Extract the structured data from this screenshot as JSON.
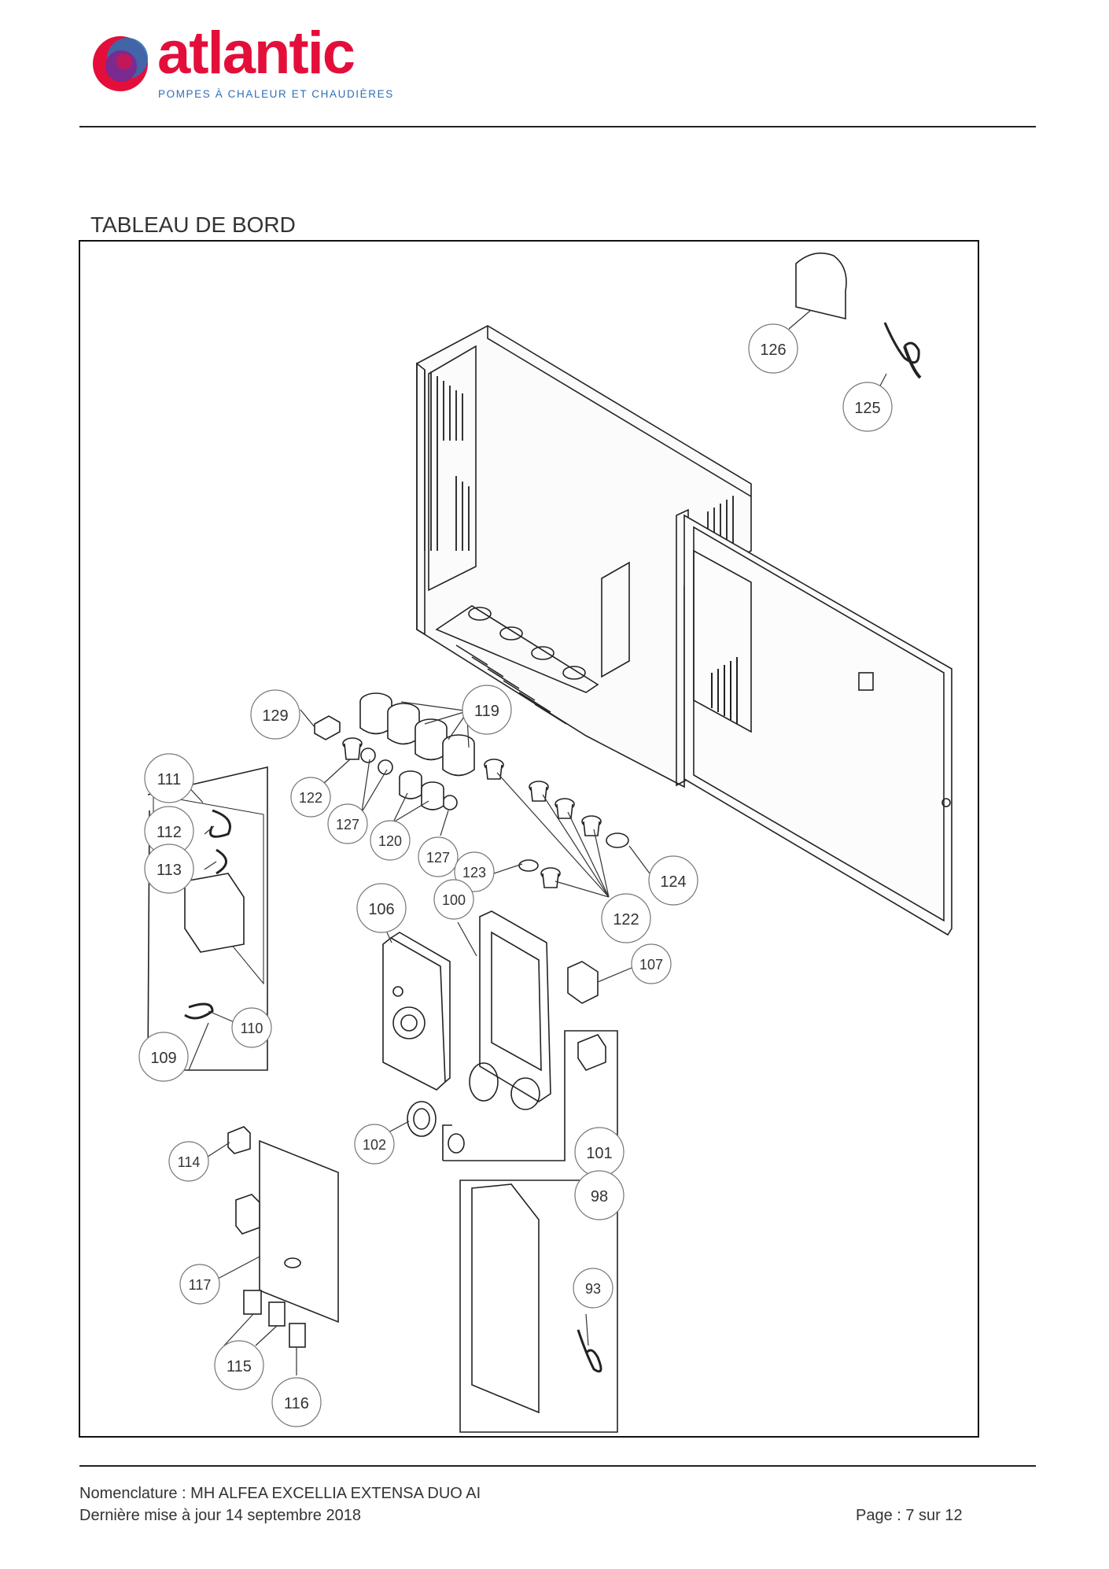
{
  "header": {
    "brand": "atlantic",
    "tagline": "POMPES À CHALEUR ET CHAUDIÈRES",
    "colors": {
      "brand_red": "#e30f3a",
      "brand_blue": "#2f6fb3",
      "brand_purple": "#7b2a8f"
    }
  },
  "section_title": "TABLEAU DE BORD",
  "callouts": [
    {
      "label": "126"
    },
    {
      "label": "125"
    },
    {
      "label": "119"
    },
    {
      "label": "129"
    },
    {
      "label": "111"
    },
    {
      "label": "122"
    },
    {
      "label": "127"
    },
    {
      "label": "112"
    },
    {
      "label": "120"
    },
    {
      "label": "127"
    },
    {
      "label": "113"
    },
    {
      "label": "123"
    },
    {
      "label": "124"
    },
    {
      "label": "100"
    },
    {
      "label": "106"
    },
    {
      "label": "122"
    },
    {
      "label": "107"
    },
    {
      "label": "110"
    },
    {
      "label": "109"
    },
    {
      "label": "102"
    },
    {
      "label": "101"
    },
    {
      "label": "114"
    },
    {
      "label": "98"
    },
    {
      "label": "117"
    },
    {
      "label": "93"
    },
    {
      "label": "115"
    },
    {
      "label": "116"
    }
  ],
  "footer": {
    "nomenclature": "Nomenclature : MH ALFEA EXCELLIA EXTENSA DUO AI",
    "updated": "Dernière mise à jour 14 septembre 2018",
    "page": "Page : 7 sur 12"
  }
}
